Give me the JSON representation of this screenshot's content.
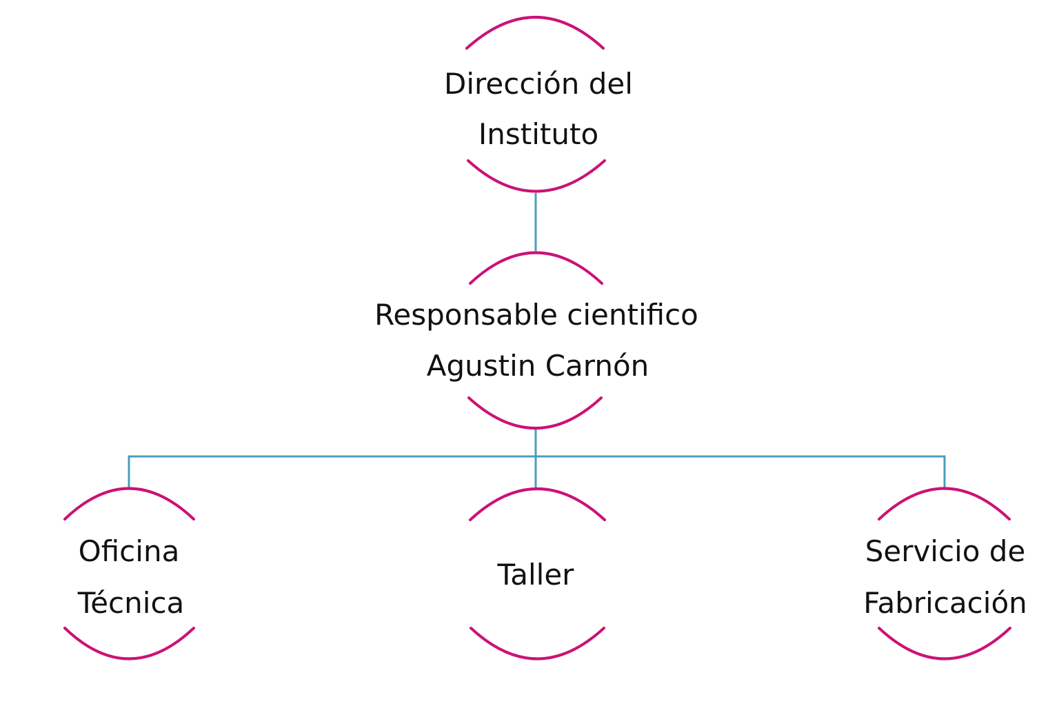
{
  "colors": {
    "arc": "#cc1177",
    "connector": "#4a9cc0",
    "text": "#111111",
    "background": "#ffffff"
  },
  "nodes": {
    "direccion": {
      "line1": "Dirección del",
      "line2": "Instituto"
    },
    "responsable": {
      "line1": "Responsable cientifico",
      "line2": "Agustin Carnón"
    },
    "oficina": {
      "line1": "Oficina",
      "line2": "Técnica"
    },
    "taller": {
      "line1": "Taller"
    },
    "servicio": {
      "line1": "Servicio de",
      "line2": "Fabricación"
    }
  }
}
